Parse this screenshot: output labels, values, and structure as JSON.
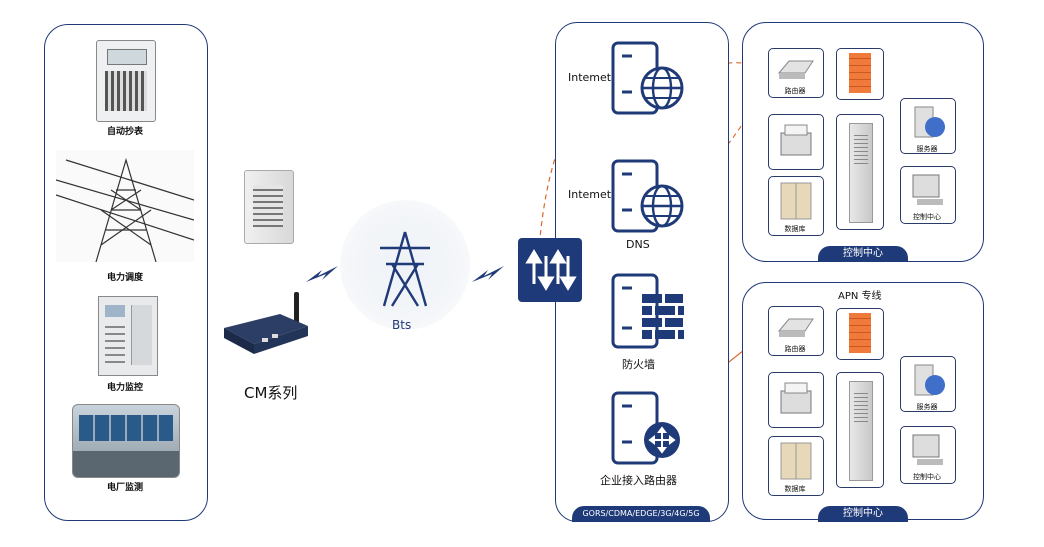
{
  "devices": {
    "meter": "自动抄表",
    "dispatch": "电力调度",
    "monitor": "电力监控",
    "plant": "电厂监测"
  },
  "gateway": {
    "name": "CM系列"
  },
  "tower": {
    "name": "Bts"
  },
  "network": {
    "internet1": "Intemet",
    "internet2": "Intemet",
    "dns": "DNS",
    "firewall": "防火墙",
    "router": "企业接入路由器",
    "bottom_tab": "GORS/CDMA/EDGE/3G/4G/5G"
  },
  "center_top": {
    "router": "路由器",
    "server": "服务器",
    "database": "数据库",
    "console": "控制中心",
    "tab": "控制中心"
  },
  "center_bottom": {
    "title": "APN 专线",
    "router": "路由器",
    "server": "服务器",
    "database": "数据库",
    "console": "控制中心",
    "tab": "控制中心"
  },
  "colors": {
    "navy": "#1f3a78",
    "orange": "#e0662a",
    "firewall": "#f07a3a"
  }
}
